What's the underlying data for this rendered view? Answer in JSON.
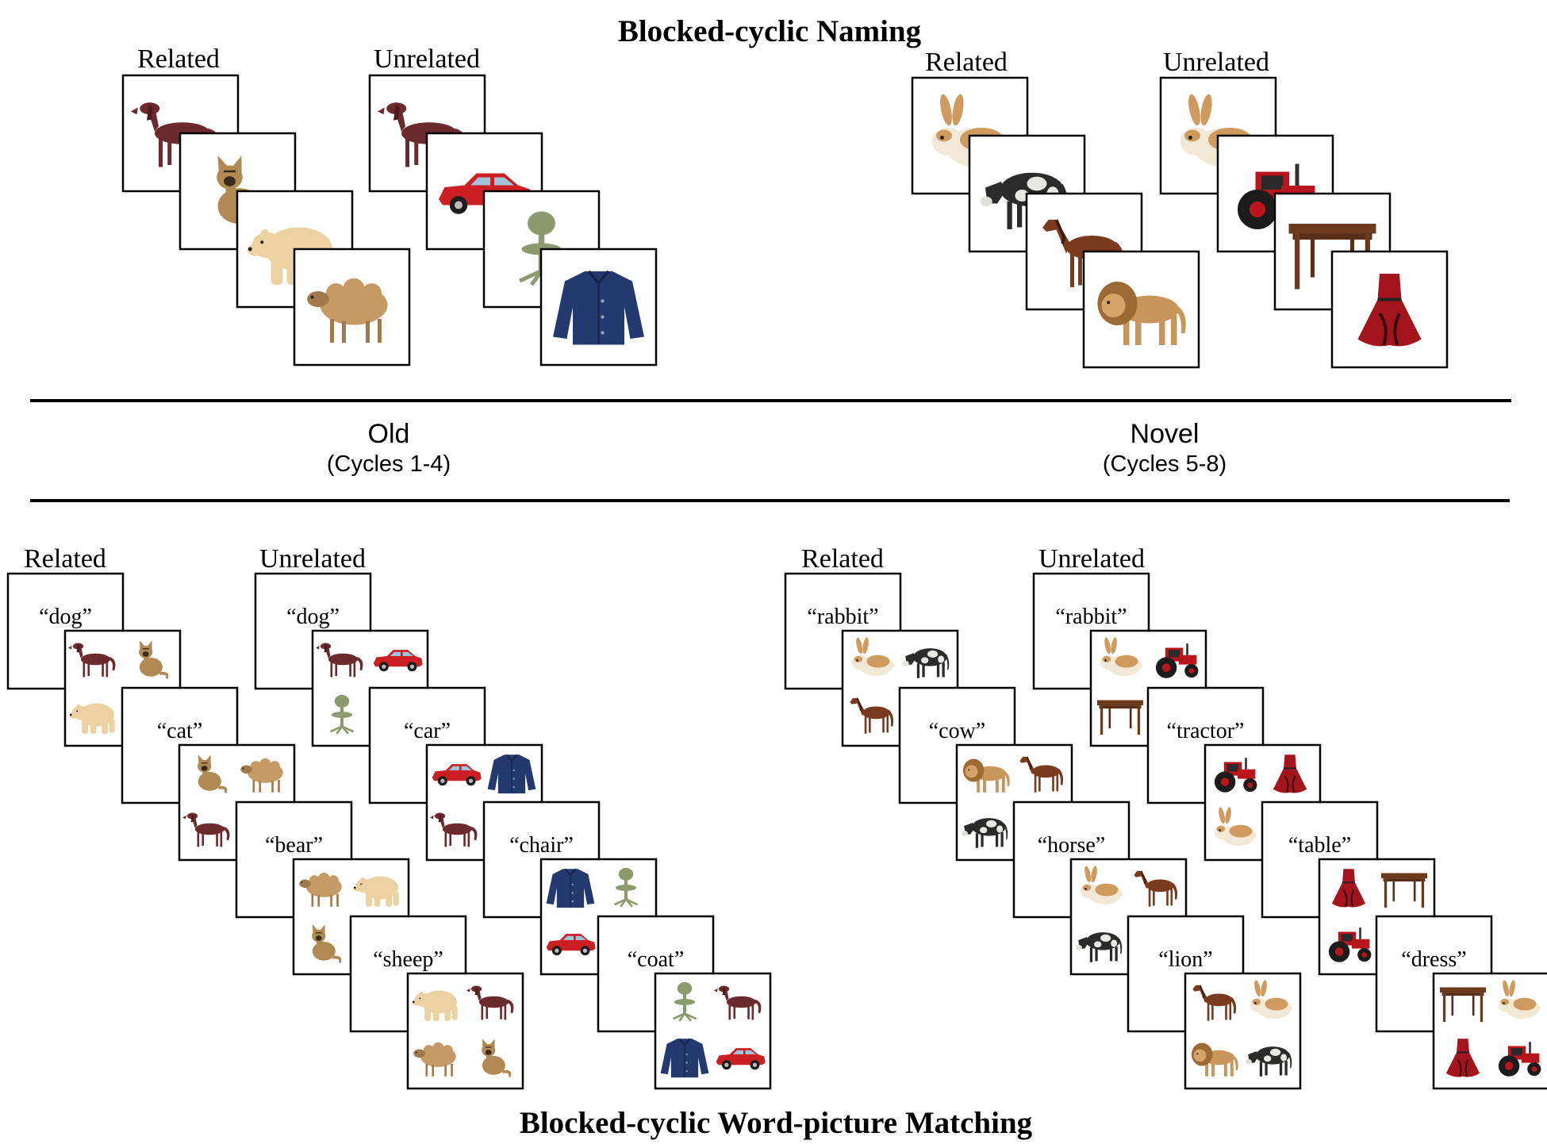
{
  "top_title": "Blocked-cyclic Naming",
  "bottom_title": "Blocked-cyclic Word-picture Matching",
  "phases": [
    {
      "name": "Old",
      "detail": "(Cycles 1-4)"
    },
    {
      "name": "Novel",
      "detail": "(Cycles 5-8)"
    }
  ],
  "naming_sets": [
    {
      "label": "Related",
      "items": [
        "dog-icon",
        "cat-icon",
        "bear-icon",
        "sheep-icon"
      ]
    },
    {
      "label": "Unrelated",
      "items": [
        "dog-icon",
        "car-icon",
        "chair-icon",
        "coat-icon"
      ]
    },
    {
      "label": "Related",
      "items": [
        "rabbit-icon",
        "cow-icon",
        "horse-icon",
        "lion-icon"
      ]
    },
    {
      "label": "Unrelated",
      "items": [
        "rabbit-icon",
        "tractor-icon",
        "table-icon",
        "dress-icon"
      ]
    }
  ],
  "matching_sets": [
    {
      "label": "Related",
      "words": [
        "“dog”",
        "“cat”",
        "“bear”",
        "“sheep”"
      ],
      "arrays": [
        [
          "dog-icon",
          "cat-icon",
          "bear-icon",
          ""
        ],
        [
          "cat-icon",
          "sheep-icon",
          "dog-icon",
          ""
        ],
        [
          "sheep-icon",
          "bear-icon",
          "cat-icon",
          ""
        ],
        [
          "bear-icon",
          "dog-icon",
          "sheep-icon",
          "cat-icon"
        ]
      ]
    },
    {
      "label": "Unrelated",
      "words": [
        "“dog”",
        "“car”",
        "“chair”",
        "“coat”"
      ],
      "arrays": [
        [
          "dog-icon",
          "car-icon",
          "chair-icon",
          ""
        ],
        [
          "car-icon",
          "coat-icon",
          "dog-icon",
          ""
        ],
        [
          "coat-icon",
          "chair-icon",
          "car-icon",
          ""
        ],
        [
          "chair-icon",
          "dog-icon",
          "coat-icon",
          "car-icon"
        ]
      ]
    },
    {
      "label": "Related",
      "words": [
        "“rabbit”",
        "“cow”",
        "“horse”",
        "“lion”"
      ],
      "arrays": [
        [
          "rabbit-icon",
          "cow-icon",
          "horse-icon",
          ""
        ],
        [
          "lion-icon",
          "horse-icon",
          "cow-icon",
          ""
        ],
        [
          "rabbit-icon",
          "horse-icon",
          "cow-icon",
          ""
        ],
        [
          "horse-icon",
          "rabbit-icon",
          "lion-icon",
          "cow-icon"
        ]
      ]
    },
    {
      "label": "Unrelated",
      "words": [
        "“rabbit”",
        "“tractor”",
        "“table”",
        "“dress”"
      ],
      "arrays": [
        [
          "rabbit-icon",
          "tractor-icon",
          "table-icon",
          ""
        ],
        [
          "tractor-icon",
          "dress-icon",
          "rabbit-icon",
          ""
        ],
        [
          "dress-icon",
          "table-icon",
          "tractor-icon",
          ""
        ],
        [
          "table-icon",
          "rabbit-icon",
          "dress-icon",
          "tractor-icon"
        ]
      ]
    }
  ]
}
